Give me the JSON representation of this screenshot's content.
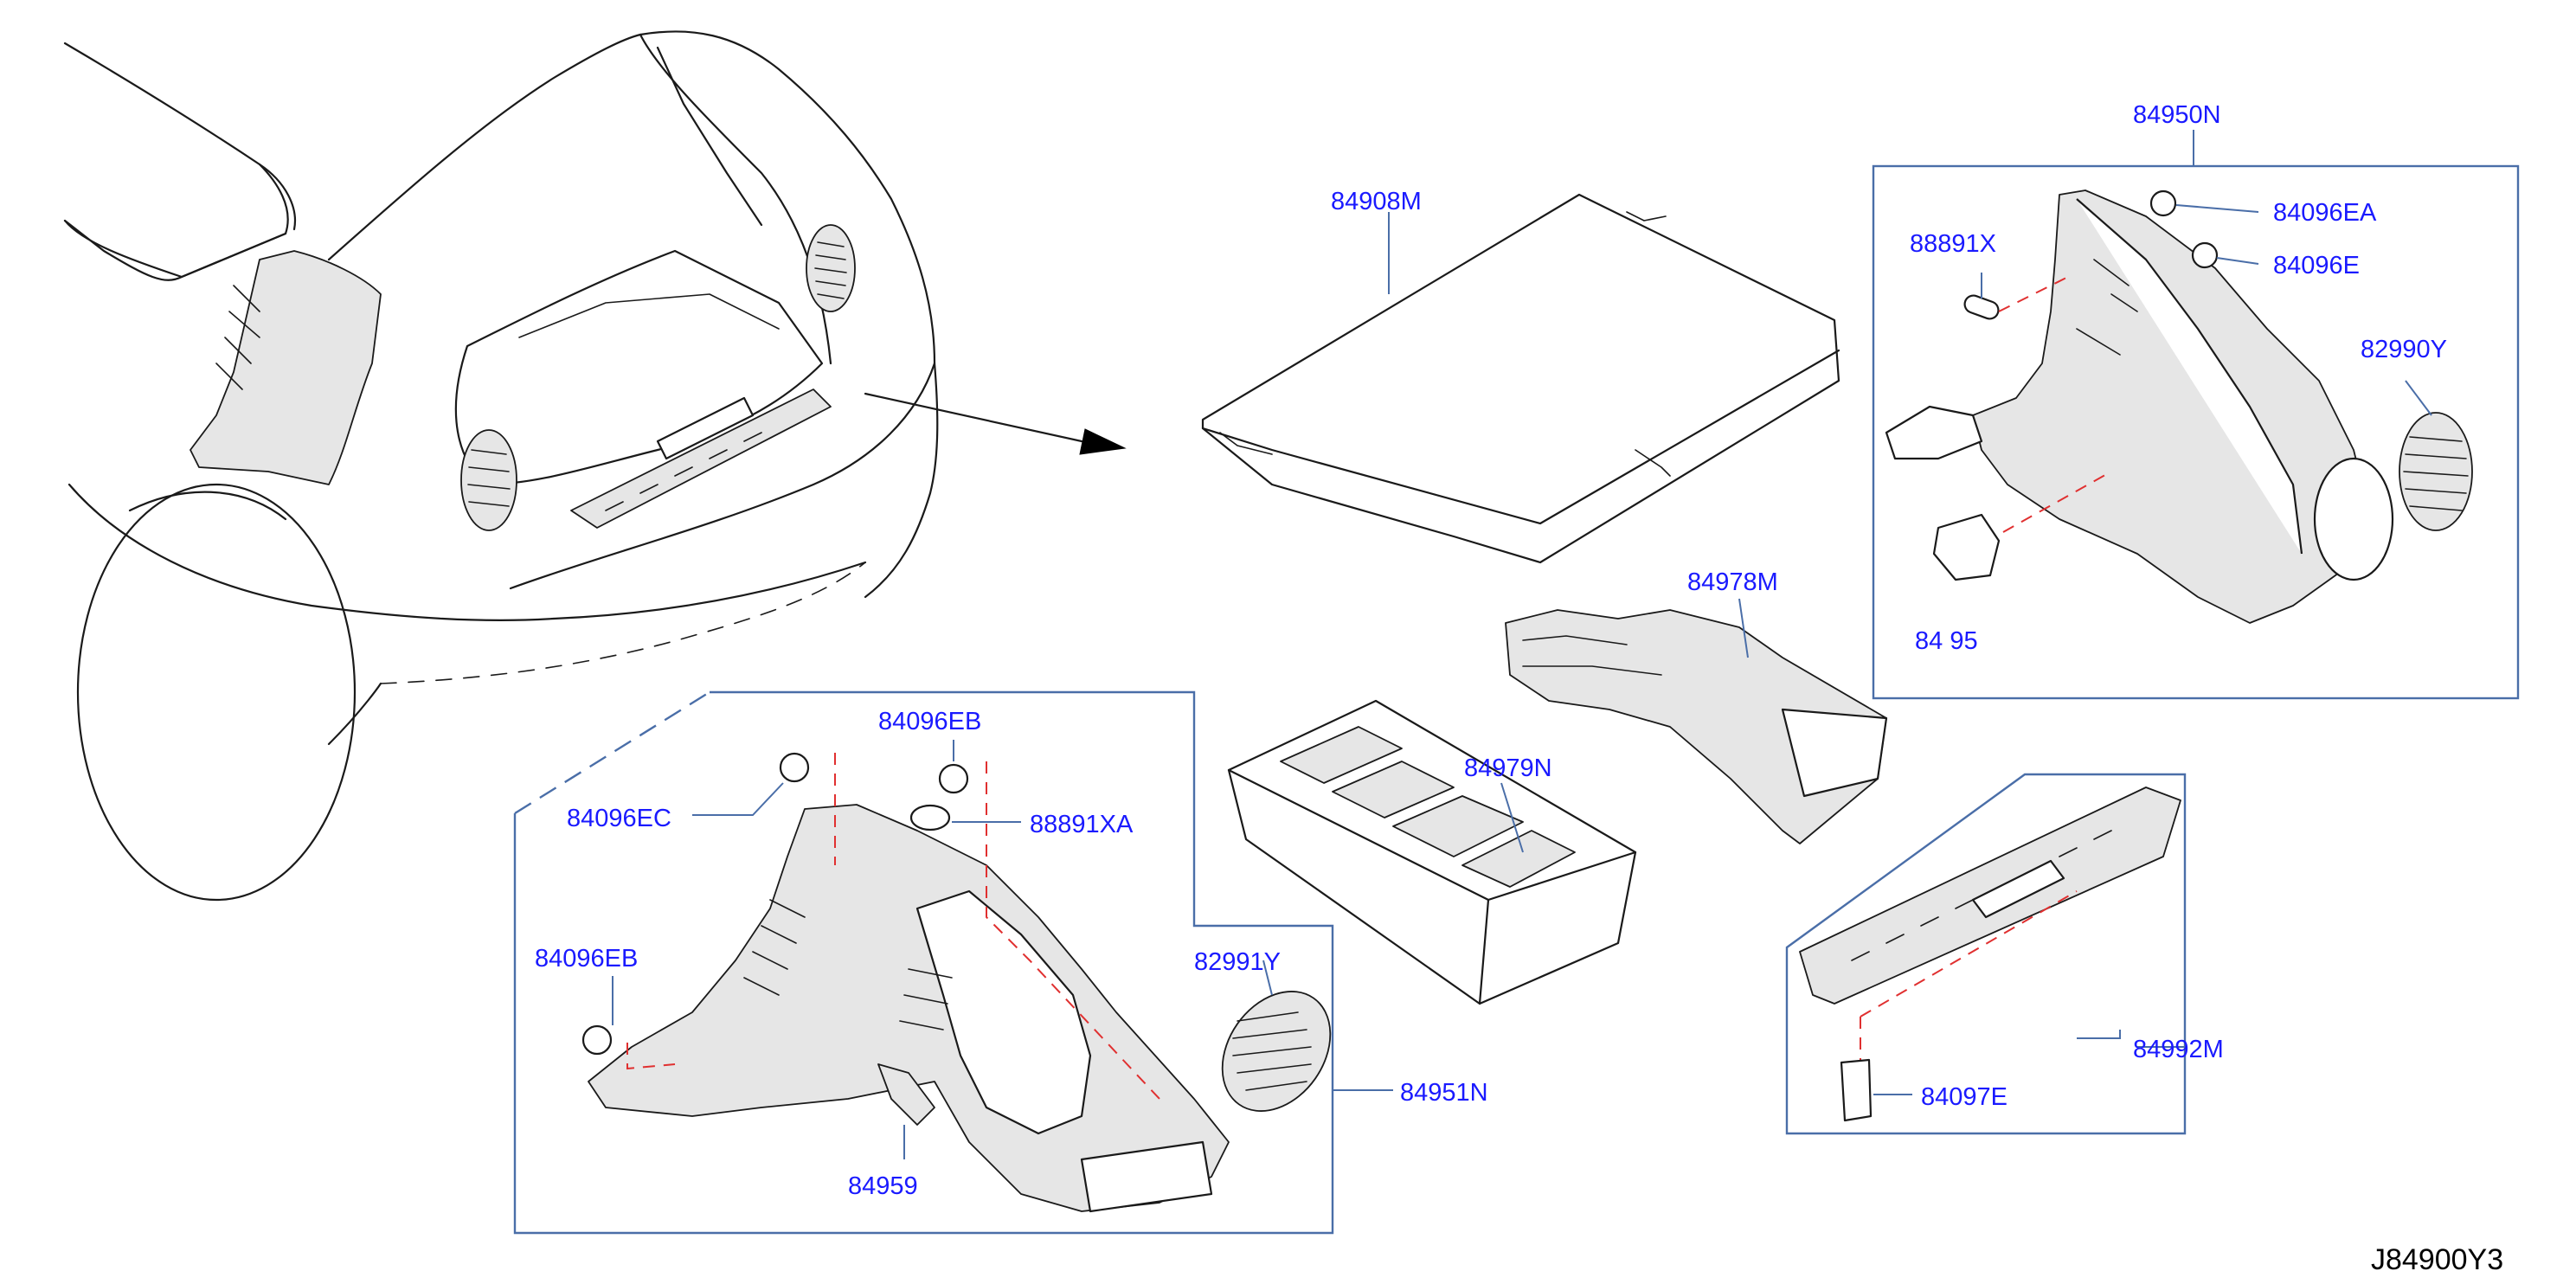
{
  "colors": {
    "callout_text": "#1a1aff",
    "frame_line": "#4a6ea8",
    "dash_line": "#e03030",
    "drawing": "#1a1a1a"
  },
  "callouts": {
    "p84908M": "84908M",
    "p84950N": "84950N",
    "p84096EA": "84096EA",
    "p84096E": "84096E",
    "p88891X": "88891X",
    "p82990Y": "82990Y",
    "p84978M": "84978M",
    "p8495_partial": "84 95",
    "p84979N": "84979N",
    "p84096EB_top": "84096EB",
    "p84096EC": "84096EC",
    "p88891XA": "88891XA",
    "p84096EB_left": "84096EB",
    "p82991Y": "82991Y",
    "p84951N": "84951N",
    "p84959": "84959",
    "p84992M": "84992M",
    "p84097E": "84097E"
  },
  "reference_code": "J84900Y3"
}
